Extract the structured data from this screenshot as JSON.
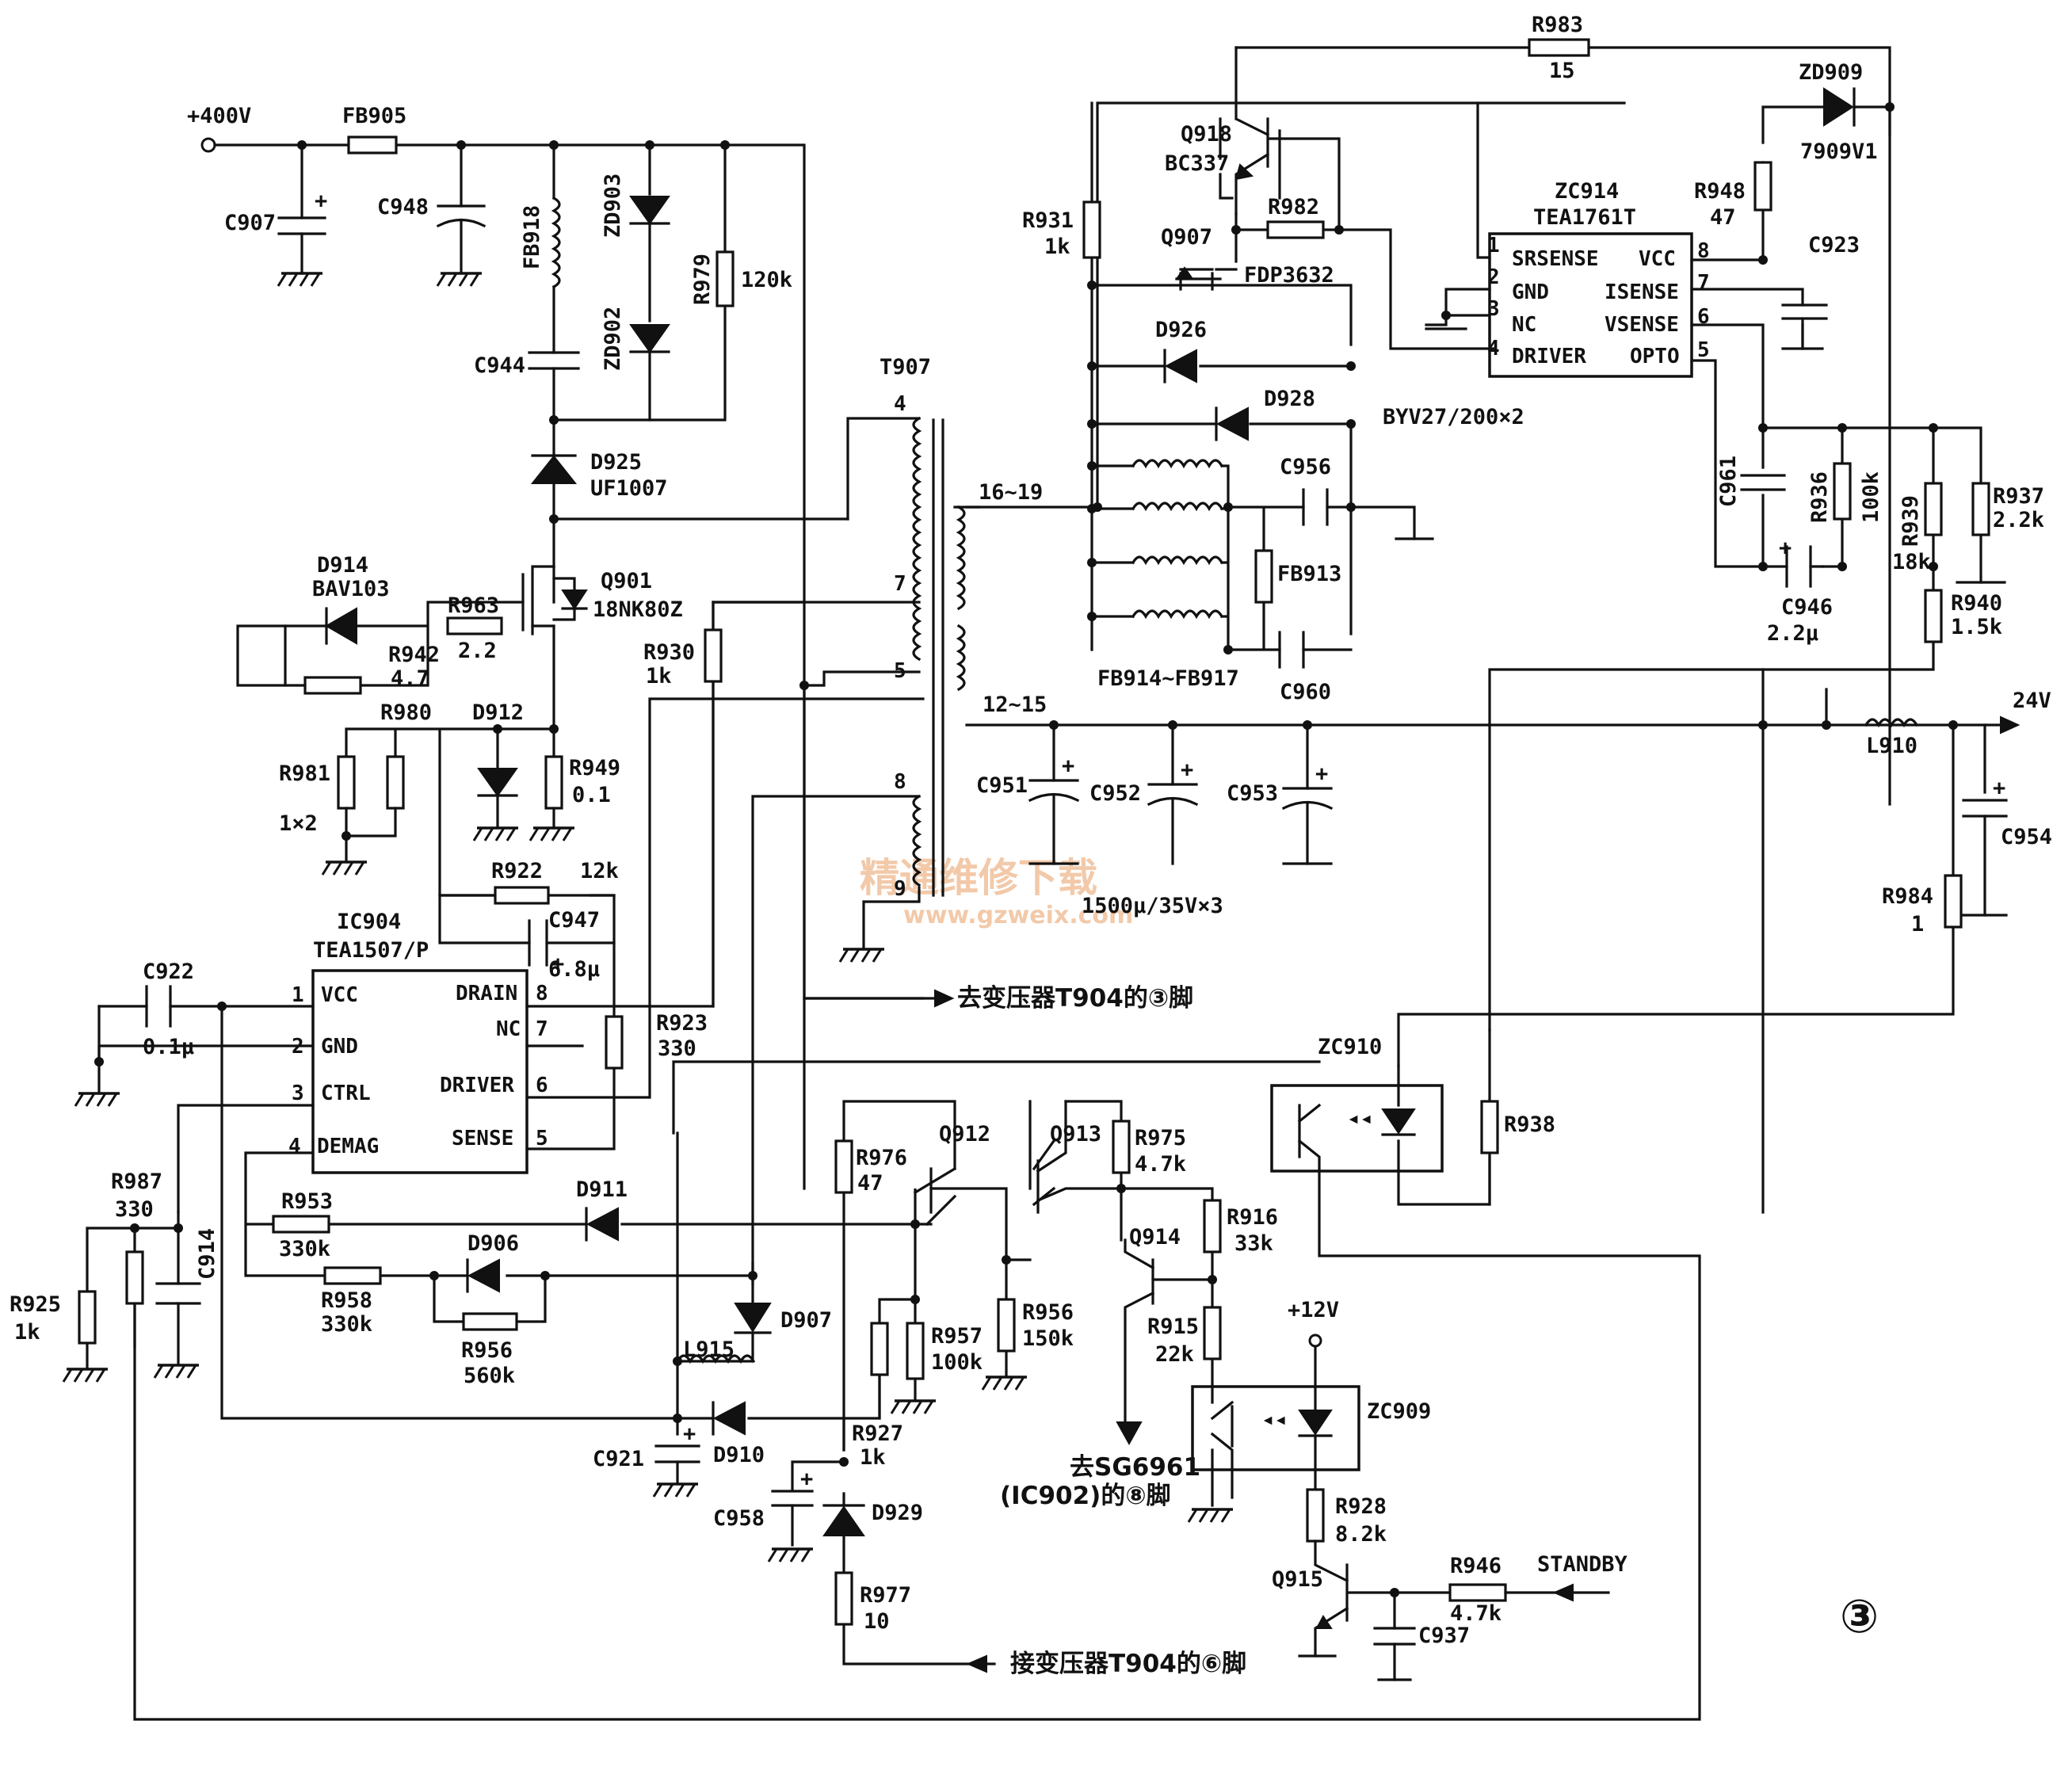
{
  "labels": {
    "v400": "+400V",
    "fb905": "FB905",
    "c907": "C907",
    "c948": "C948",
    "fb918": "FB918",
    "zd903": "ZD903",
    "zd902": "ZD902",
    "r979": "R979",
    "r979_val": "120k",
    "c944": "C944",
    "d925": "D925",
    "d925_part": "UF1007",
    "d914": "D914",
    "d914_part": "BAV103",
    "r963": "R963",
    "r963_val": "2.2",
    "r942": "R942",
    "r942_val": "4.7",
    "q901": "Q901",
    "q901_part": "18NK80Z",
    "r930": "R930",
    "r930_val": "1k",
    "r980": "R980",
    "d912": "D912",
    "r981": "R981",
    "r981_val": "1×2",
    "r949": "R949",
    "r949_val": "0.1",
    "r922": "R922",
    "r922_val": "12k",
    "c947": "C947",
    "c947_val": "6.8μ",
    "ic904": "IC904",
    "ic904_part": "TEA1507/P",
    "c922": "C922",
    "c922_val": "0.1μ",
    "r923": "R923",
    "r923_val": "330",
    "r987": "R987",
    "r987_val": "330",
    "c914": "C914",
    "r925": "R925",
    "r925_val": "1k",
    "r953": "R953",
    "r953_val": "330k",
    "d911": "D911",
    "d906": "D906",
    "r958": "R958",
    "r958_val": "330k",
    "r956b": "R956",
    "r956b_val": "560k",
    "d907": "D907",
    "l915": "L915",
    "d910": "D910",
    "c921": "C921",
    "t907": "T907",
    "t_pin4": "4",
    "t_pin7": "7",
    "t_pin5": "5",
    "t_pin8": "8",
    "t_pin9": "9",
    "to_t904_3": "去变压器T904的③脚",
    "r983": "R983",
    "r983_val": "15",
    "zd909": "ZD909",
    "zd909_part": "7909V1",
    "q918": "Q918",
    "q918_part": "BC337",
    "r931": "R931",
    "r931_val": "1k",
    "q907": "Q907",
    "r982": "R982",
    "fdp": "FDP3632",
    "zc914": "ZC914",
    "zc914_part": "TEA1761T",
    "r948": "R948",
    "r948_val": "47",
    "c923": "C923",
    "d926": "D926",
    "d928": "D928",
    "byv": "BYV27/200×2",
    "c956": "C956",
    "fb913": "FB913",
    "fb914": "FB914~FB917",
    "c960": "C960",
    "w1619": "16~19",
    "w1215": "12~15",
    "c961": "C961",
    "r936": "R936",
    "r936_val": "100k",
    "r939": "R939",
    "r939_val": "18k",
    "r937": "R937",
    "r937_val": "2.2k",
    "c946": "C946",
    "c946_val": "2.2μ",
    "r940": "R940",
    "r940_val": "1.5k",
    "v24": "24V",
    "l910": "L910",
    "c951": "C951",
    "c952": "C952",
    "c953": "C953",
    "caps": "1500μ/35V×3",
    "c954": "C954",
    "r984": "R984",
    "r984_val": "1",
    "zc910": "ZC910",
    "r938": "R938",
    "q912": "Q912",
    "q913": "Q913",
    "r976": "R976",
    "r976_val": "47",
    "r975": "R975",
    "r975_val": "4.7k",
    "r916": "R916",
    "r916_val": "33k",
    "q914": "Q914",
    "r957": "R957",
    "r957_val": "100k",
    "r956": "R956",
    "r956_val": "150k",
    "r915": "R915",
    "r915_val": "22k",
    "v12": "+12V",
    "zc909": "ZC909",
    "to_sg6961": "去SG6961",
    "to_sg6961_b": "(IC902)的⑧脚",
    "r927": "R927",
    "r927_val": "1k",
    "c958": "C958",
    "d929": "D929",
    "r977": "R977",
    "r977_val": "10",
    "to_t904_6": "接变压器T904的⑥脚",
    "r928": "R928",
    "r928_val": "8.2k",
    "q915": "Q915",
    "r946": "R946",
    "r946_val": "4.7k",
    "standby": "STANDBY",
    "c937": "C937",
    "page_mark": "③",
    "watermark": "精通维修下载",
    "watermark_url": "www.gzweix.com"
  },
  "ic904_pins": {
    "n1": "1",
    "l1": "VCC",
    "n2": "2",
    "l2": "GND",
    "n3": "3",
    "l3": "CTRL",
    "n4": "4",
    "l4": "DEMAG",
    "n8": "8",
    "l8": "DRAIN",
    "n7": "7",
    "l7": "NC",
    "n6": "6",
    "l6": "DRIVER",
    "n5": "5",
    "l5": "SENSE"
  },
  "zc914_pins": {
    "n1": "1",
    "l1": "SRSENSE",
    "n2": "2",
    "l2": "GND",
    "n3": "3",
    "l3": "NC",
    "n4": "4",
    "l4": "DRIVER",
    "n8": "8",
    "l8": "VCC",
    "n7": "7",
    "l7": "ISENSE",
    "n6": "6",
    "l6": "VSENSE",
    "n5": "5",
    "l5": "OPTO"
  }
}
